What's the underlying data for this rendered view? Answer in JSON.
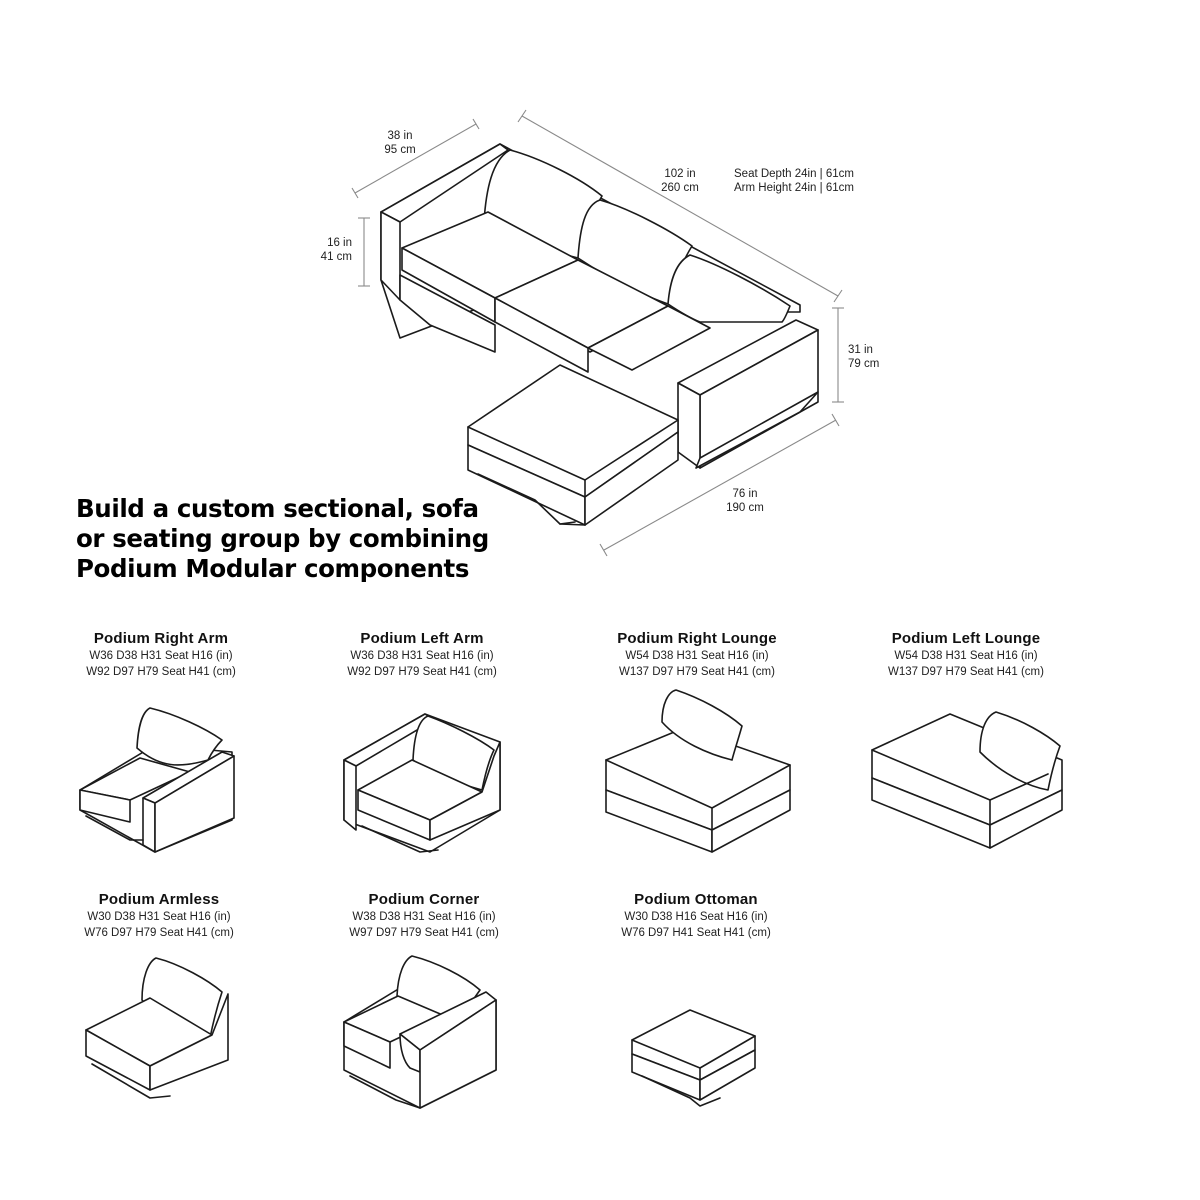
{
  "headline": {
    "line1": "Build a custom sectional, sofa",
    "line2": "or seating group by combining",
    "line3": "Podium Modular components"
  },
  "dimensions": {
    "depth": {
      "in": "38 in",
      "cm": "95 cm"
    },
    "width": {
      "in": "102 in",
      "cm": "260 cm"
    },
    "seat_height": {
      "in": "16 in",
      "cm": "41 cm"
    },
    "height": {
      "in": "31 in",
      "cm": "79 cm"
    },
    "lounge_length": {
      "in": "76 in",
      "cm": "190 cm"
    },
    "seat_depth": "Seat Depth 24in | 61cm",
    "arm_height": "Arm Height 24in | 61cm"
  },
  "components": [
    {
      "name": "Podium Right Arm",
      "spec_in": "W36 D38 H31 Seat H16 (in)",
      "spec_cm": "W92 D97 H79 Seat H41 (cm)",
      "icon": "right-arm-module-icon"
    },
    {
      "name": "Podium Left Arm",
      "spec_in": "W36 D38 H31 Seat H16 (in)",
      "spec_cm": "W92 D97 H79 Seat H41 (cm)",
      "icon": "left-arm-module-icon"
    },
    {
      "name": "Podium Right Lounge",
      "spec_in": "W54 D38 H31 Seat H16 (in)",
      "spec_cm": "W137 D97 H79 Seat H41 (cm)",
      "icon": "right-lounge-module-icon"
    },
    {
      "name": "Podium Left Lounge",
      "spec_in": "W54 D38 H31 Seat H16 (in)",
      "spec_cm": "W137 D97 H79 Seat H41 (cm)",
      "icon": "left-lounge-module-icon"
    },
    {
      "name": "Podium Armless",
      "spec_in": "W30 D38 H31 Seat H16 (in)",
      "spec_cm": "W76 D97 H79 Seat H41 (cm)",
      "icon": "armless-module-icon"
    },
    {
      "name": "Podium Corner",
      "spec_in": "W38 D38 H31 Seat H16 (in)",
      "spec_cm": "W97 D97 H79 Seat H41 (cm)",
      "icon": "corner-module-icon"
    },
    {
      "name": "Podium Ottoman",
      "spec_in": "W30 D38 H16 Seat H16 (in)",
      "spec_cm": "W76 D97 H41 Seat H41 (cm)",
      "icon": "ottoman-module-icon"
    }
  ]
}
